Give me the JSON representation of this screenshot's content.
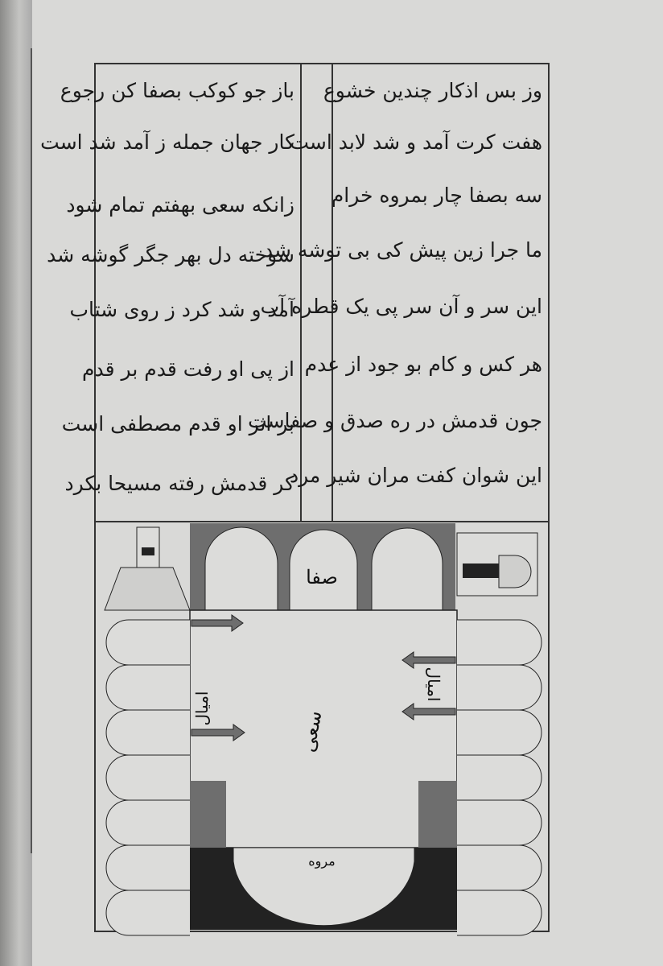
{
  "poem": {
    "right_column": [
      "وز بس اذکار چندین خشوع",
      "هفت کرت آمد و شد لابد است",
      "سه بصفا چار بمروه خرام",
      "ما جرا زین پیش کی بی توشه شد",
      "این سر و آن سر پی یک قطره آب",
      "هر کس و کام بو جود از عدم",
      "جون قدمش در ره صدق و صفاست",
      "این شوان کفت مران شیر مرد"
    ],
    "left_column": [
      "باز جو کوکب بصفا کن رجوع",
      "کار جهان جمله ز آمد شد است",
      "زانکه سعی بهفتم تمام شود",
      "سوخته دل بهر جگر گوشه شد",
      "آمد و شد کرد ز روی شتاب",
      "از پی او رفت قدم بر قدم",
      "بر اثر او قدم مصطفی است",
      "کر قدمش رفته مسیحا بکرد"
    ]
  },
  "diagram": {
    "label_top": "صفا",
    "label_center": "سعی",
    "label_left": "امیال",
    "label_right": "امیال",
    "label_bottom": "مروه"
  },
  "colors": {
    "paper": "#d9d9d7",
    "ink": "#1a1a1a",
    "wash": "#6e6e6e",
    "dark": "#222222"
  }
}
